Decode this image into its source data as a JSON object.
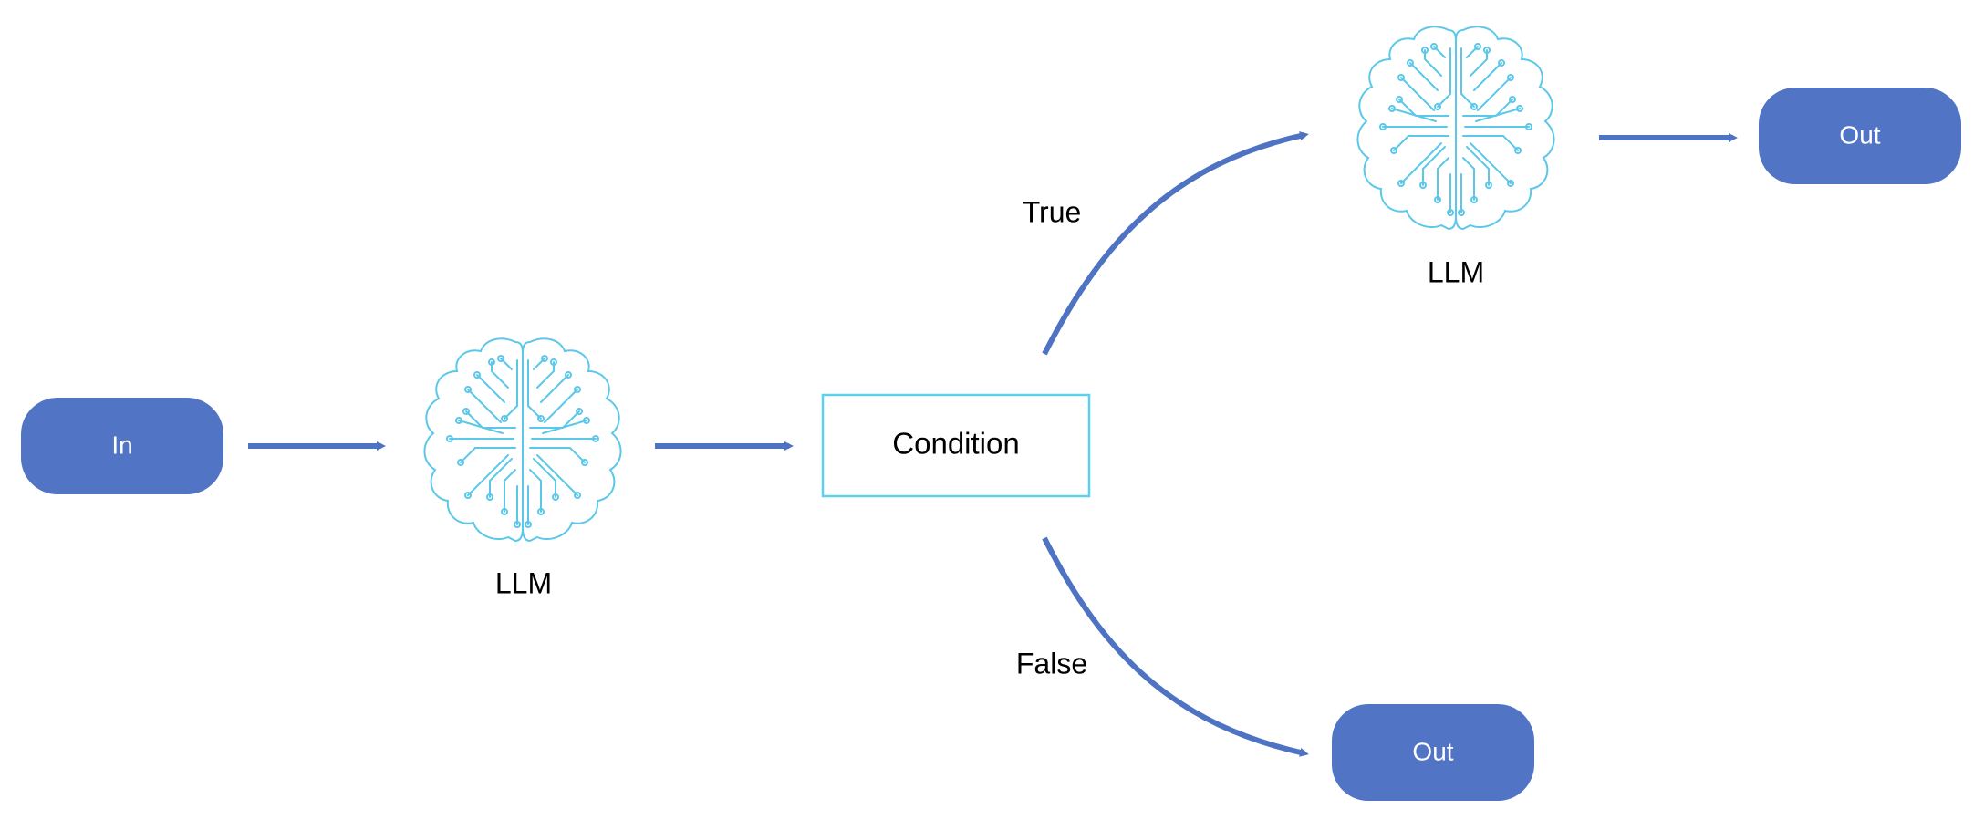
{
  "nodes": {
    "input": {
      "label": "In"
    },
    "llm_first": {
      "label": "LLM"
    },
    "condition": {
      "label": "Condition"
    },
    "llm_true": {
      "label": "LLM"
    },
    "output_true": {
      "label": "Out"
    },
    "output_false": {
      "label": "Out"
    }
  },
  "edges": {
    "true_label": "True",
    "false_label": "False"
  },
  "colors": {
    "node_fill": "#5174C4",
    "arrow": "#4F73C3",
    "brain_stroke": "#5BC8EA",
    "condition_border": "#5CD0EC"
  }
}
